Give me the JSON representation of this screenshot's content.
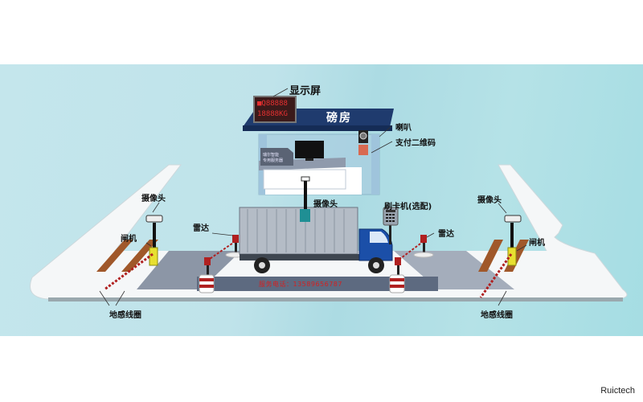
{
  "diagram": {
    "title": "磅房",
    "labels": {
      "display_screen": "显示屏",
      "speaker": "喇叭",
      "payment_qr": "支付二维码",
      "camera_center": "摄像头",
      "camera_left": "摄像头",
      "camera_right": "摄像头",
      "gate_left": "闸机",
      "gate_right": "闸机",
      "radar_left": "雷达",
      "radar_right": "雷达",
      "card_reader": "刷卡机(选配)",
      "loop_left": "地感线圈",
      "loop_right": "地感线圈"
    },
    "led_display": {
      "line1": "■Q88888",
      "line2": "18888KG"
    },
    "server_label": {
      "line1": "瑞尔智能",
      "line2": "专用服务器"
    },
    "hotline": "服务电话：13589656787",
    "colors": {
      "background": "#b8e2e8",
      "road": "#f5f7f8",
      "roof": "#1f3b6e",
      "truck_cab": "#1b4fa8",
      "barrier_stripe": "#b02020",
      "gate_yellow": "#e8e030",
      "loop_brown": "#a0582a",
      "hotline_red": "#d42020"
    }
  },
  "watermark": "Ruictech"
}
